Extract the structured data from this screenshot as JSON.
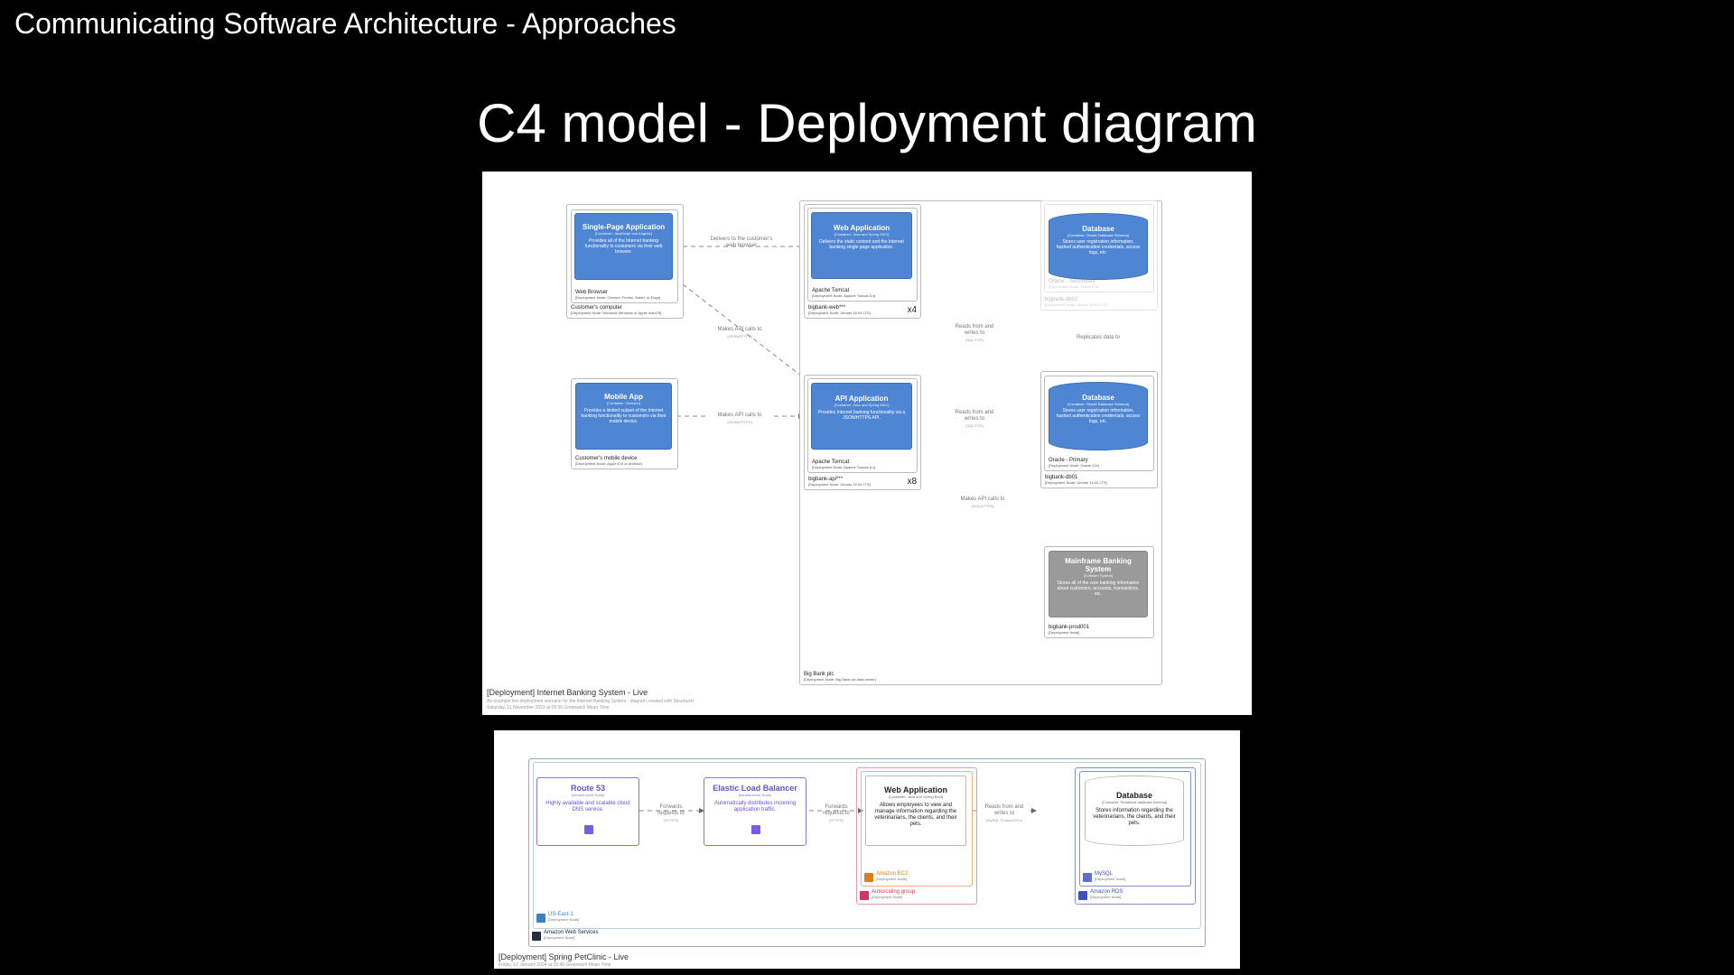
{
  "deck": {
    "title": "Communicating Software Architecture - Approaches"
  },
  "slide": {
    "title": "C4 model - Deployment diagram"
  },
  "diagram1": {
    "footer_title": "[Deployment] Internet Banking System - Live",
    "footer_line1": "An example live deployment scenario for the Internet Banking System - diagram created with Structurizr.",
    "footer_line2": "Saturday, 11 November 2023 at 09:56 Greenwich Mean Time",
    "nodes": {
      "customer_computer": {
        "label": "Customer's computer",
        "tech": "[Deployment Node: Microsoft Windows or Apple macOS]"
      },
      "web_browser": {
        "label": "Web Browser",
        "tech": "[Deployment Node: Chrome, Firefox, Safari, or Edge]"
      },
      "mobile_device": {
        "label": "Customer's mobile device",
        "tech": "[Deployment Node: Apple iOS or Android]"
      },
      "web_server": {
        "label": "bigbank-web***",
        "tech": "[Deployment Node: Ubuntu 16.04 LTS]",
        "instances": "x4"
      },
      "web_tomcat": {
        "label": "Apache Tomcat",
        "tech": "[Deployment Node: Apache Tomcat 8.x]"
      },
      "api_server": {
        "label": "bigbank-api***",
        "tech": "[Deployment Node: Ubuntu 16.04 LTS]",
        "instances": "x8"
      },
      "api_tomcat": {
        "label": "Apache Tomcat",
        "tech": "[Deployment Node: Apache Tomcat 8.x]"
      },
      "db_secondary_host": {
        "label": "bigbank-db02",
        "tech": "[Deployment Node: Ubuntu 16.04 LTS]"
      },
      "oracle_secondary": {
        "label": "Oracle - Secondary",
        "tech": "[Deployment Node: Oracle 12c]"
      },
      "db_primary_host": {
        "label": "bigbank-db01",
        "tech": "[Deployment Node: Ubuntu 16.04 LTS]"
      },
      "oracle_primary": {
        "label": "Oracle - Primary",
        "tech": "[Deployment Node: Oracle 12c]"
      },
      "mainframe_host": {
        "label": "bigbank-prod001",
        "tech": "[Deployment Node]"
      },
      "datacenter": {
        "label": "Big Bank plc",
        "tech": "[Deployment Node: Big Bank plc data center]"
      }
    },
    "containers": {
      "spa": {
        "title": "Single-Page Application",
        "sub": "[Container: JavaScript and Angular]",
        "desc": "Provides all of the Internet banking functionality to customers via their web browser."
      },
      "mobile": {
        "title": "Mobile App",
        "sub": "[Container: Xamarin]",
        "desc": "Provides a limited subset of the Internet banking functionality to customers via their mobile device."
      },
      "webapp": {
        "title": "Web Application",
        "sub": "[Container: Java and Spring MVC]",
        "desc": "Delivers the static content and the Internet banking single page application."
      },
      "api": {
        "title": "API Application",
        "sub": "[Container: Java and Spring MVC]",
        "desc": "Provides Internet banking functionality via a JSON/HTTPS API."
      },
      "db_secondary": {
        "title": "Database",
        "sub": "[Container: Oracle Database Schema]",
        "desc": "Stores user registration information, hashed authentication credentials, access logs, etc."
      },
      "db_primary": {
        "title": "Database",
        "sub": "[Container: Oracle Database Schema]",
        "desc": "Stores user registration information, hashed authentication credentials, access logs, etc."
      },
      "mainframe": {
        "title": "Mainframe Banking System",
        "sub": "[Software System]",
        "desc": "Stores all of the core banking information about customers, accounts, transactions, etc."
      }
    },
    "edges": {
      "delivers": {
        "label": "Delivers to the customer's web browser",
        "tech": ""
      },
      "spa_api": {
        "label": "Makes API calls to",
        "tech": "[JSON/HTTPS]"
      },
      "mobile_api": {
        "label": "Makes API calls to",
        "tech": "[JSON/HTTPS]"
      },
      "api_db2": {
        "label": "Reads from and writes to",
        "tech": "[SQL/TCP]"
      },
      "api_db1": {
        "label": "Reads from and writes to",
        "tech": "[SQL/TCP]"
      },
      "replicates": {
        "label": "Replicates data to",
        "tech": ""
      },
      "api_mainframe": {
        "label": "Makes API calls to",
        "tech": "[XML/HTTPS]"
      }
    }
  },
  "diagram2": {
    "footer_title": "[Deployment] Spring PetClinic - Live",
    "footer_line1": "Friday, 12 January 2024 at 15:40 Greenwich Mean Time",
    "route53": {
      "title": "Route 53",
      "sub": "[Infrastructure Node]",
      "desc": "Highly available and scalable cloud DNS service."
    },
    "elb": {
      "title": "Elastic Load Balancer",
      "sub": "[Infrastructure Node]",
      "desc": "Automatically distributes incoming application traffic."
    },
    "webapp": {
      "title": "Web Application",
      "sub": "[Container: Java and Spring Boot]",
      "desc": "Allows employees to view and manage information regarding the veterinarians, the clients, and their pets."
    },
    "database": {
      "title": "Database",
      "sub": "[Container: Relational database schema]",
      "desc": "Stores information regarding the veterinarians, the clients, and their pets."
    },
    "edge1": {
      "label": "Forwards requests to",
      "tech": "[HTTPS]"
    },
    "edge2": {
      "label": "Forwards requests to",
      "tech": "[HTTPS]"
    },
    "edge3": {
      "label": "Reads from and writes to",
      "tech": "[MySQL Protocol/SSL]"
    },
    "ec2": {
      "label": "Amazon EC2",
      "tech": "[Deployment Node]"
    },
    "autoscaling": {
      "label": "Autoscaling group",
      "tech": "[Deployment Node]"
    },
    "mysql": {
      "label": "MySQL",
      "tech": "[Deployment Node]"
    },
    "rds": {
      "label": "Amazon RDS",
      "tech": "[Deployment Node]"
    },
    "region": {
      "label": "US-East-1",
      "tech": "[Deployment Node]"
    },
    "aws": {
      "label": "Amazon Web Services",
      "tech": "[Deployment Node]"
    }
  },
  "colors": {
    "container_blue": "#4f86d4",
    "software_grey": "#9a9a9a",
    "aws_purple": "#6b4fd3",
    "aws_orange": "#e07b22",
    "aws_pink": "#d6336c"
  }
}
